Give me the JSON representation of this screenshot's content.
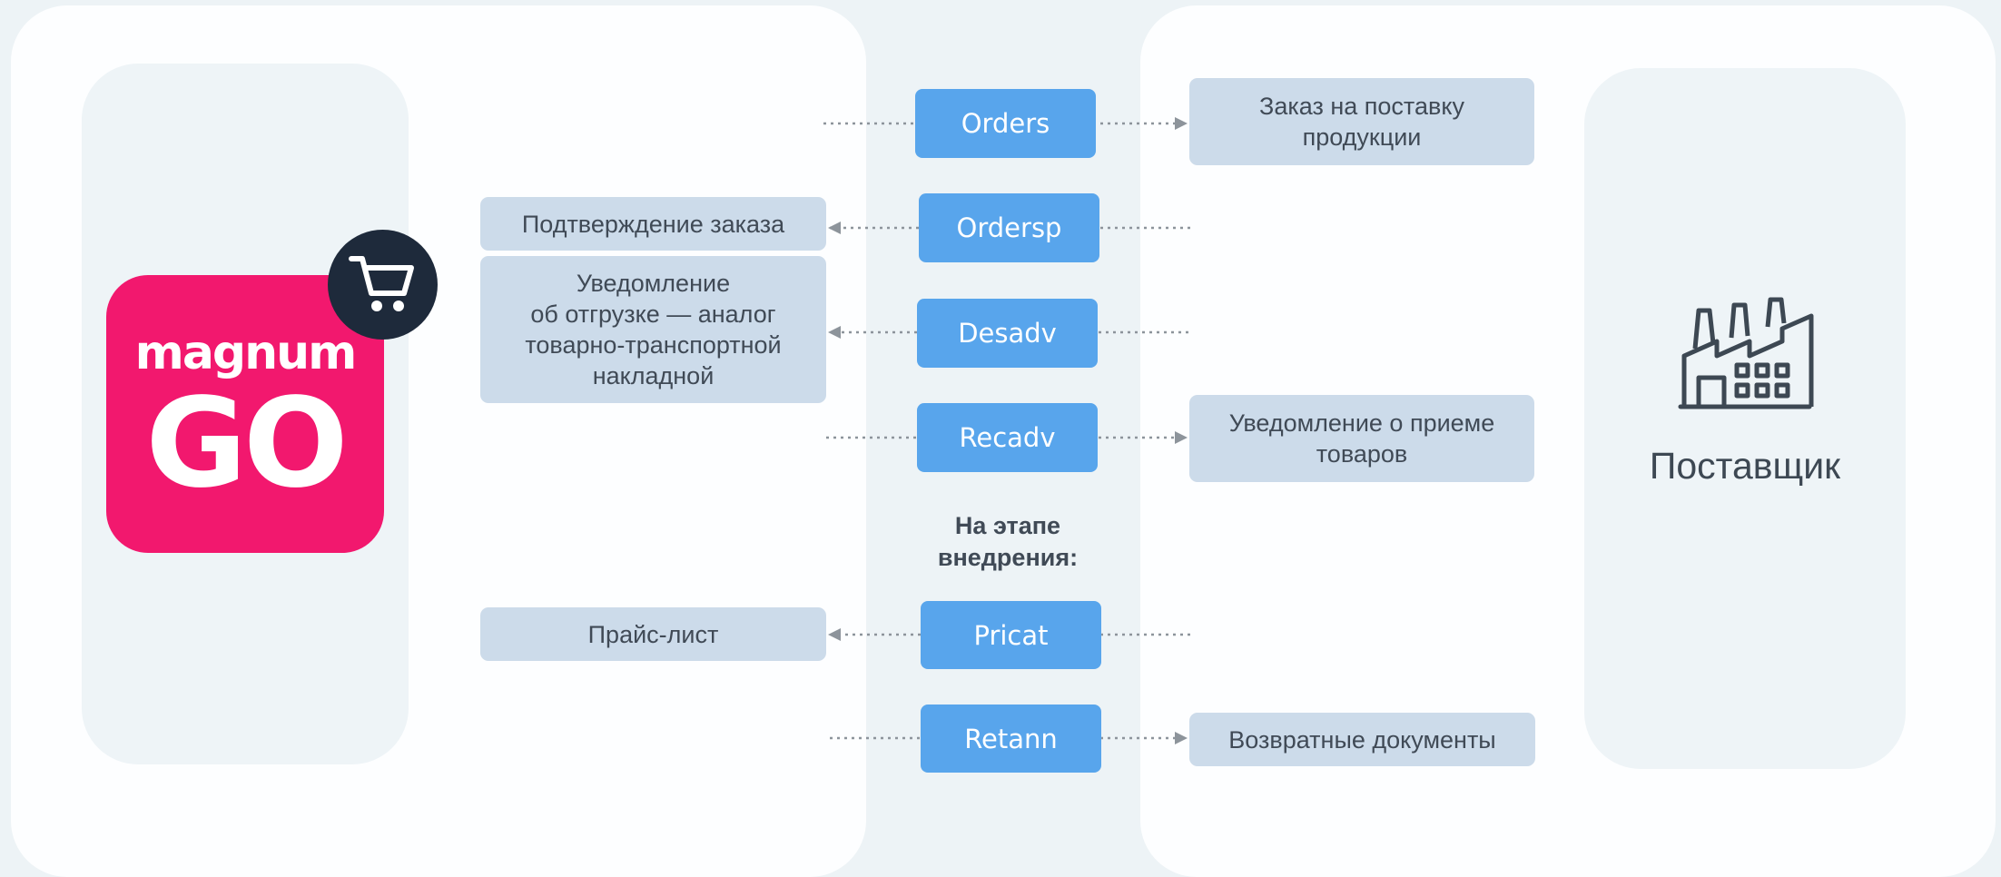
{
  "logo": {
    "brand": "magnum",
    "product": "GO"
  },
  "icons": {
    "cart": "shopping-cart-icon",
    "factory": "factory-icon"
  },
  "colors": {
    "code_blue": "#58a5ec",
    "doc_box": "#ccdbea",
    "logo_pink": "#f2186e",
    "badge_dark": "#1e2a3b"
  },
  "messages": [
    {
      "code": "Orders",
      "direction": "to-supplier",
      "doc": "Заказ на поставку\nпродукции"
    },
    {
      "code": "Ordersp",
      "direction": "to-magnum",
      "doc": "Подтверждение заказа"
    },
    {
      "code": "Desadv",
      "direction": "to-magnum",
      "doc": "Уведомление\nоб отгрузке — аналог\nтоварно-транспортной\nнакладной"
    },
    {
      "code": "Recadv",
      "direction": "to-supplier",
      "doc": "Уведомление о приеме\nтоваров"
    },
    {
      "code": "Pricat",
      "direction": "to-magnum",
      "doc": "Прайс-лист"
    },
    {
      "code": "Retann",
      "direction": "to-supplier",
      "doc": "Возвратные документы"
    }
  ],
  "stage_label": "На этапе\nвнедрения:",
  "supplier_label": "Поставщик"
}
